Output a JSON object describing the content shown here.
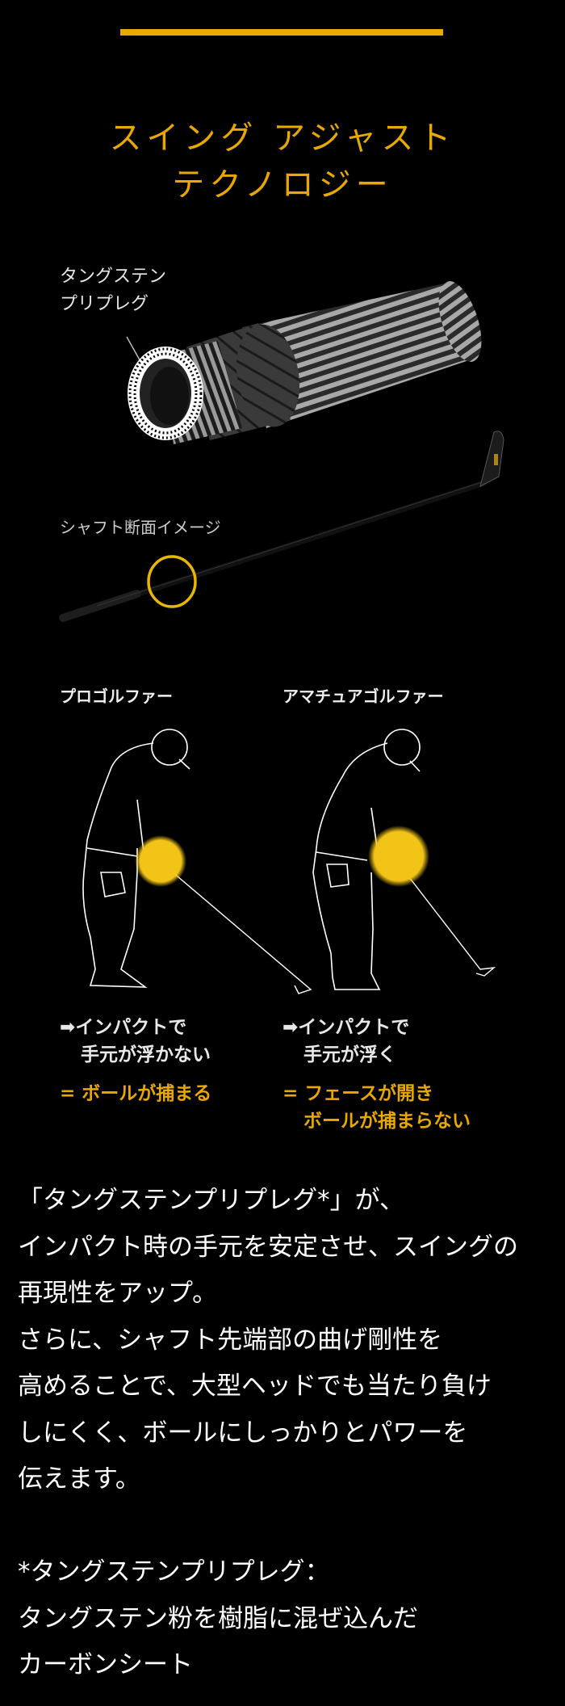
{
  "header": {
    "title_line1": "スイング アジャスト",
    "title_line2": "テクノロジー"
  },
  "shaft_diagram": {
    "layer_label_line1": "タングステン",
    "layer_label_line2": "プリプレグ",
    "cross_section_label": "シャフト断面イメージ"
  },
  "comparison": {
    "pro": {
      "label": "プロゴルファー",
      "result_line1": "インパクトで",
      "result_line2": "手元が浮かない",
      "effect_line1": "= ボールが捕まる"
    },
    "amateur": {
      "label": "アマチュアゴルファー",
      "result_line1": "インパクトで",
      "result_line2": "手元が浮く",
      "effect_line1": "= フェースが開き",
      "effect_line2": "ボールが捕まらない"
    },
    "arrow_glyph": "➡"
  },
  "description": {
    "lines": [
      "「タングステンプリプレグ*」が、",
      "インパクト時の手元を安定させ、スイングの",
      "再現性をアップ。",
      "さらに、シャフト先端部の曲げ剛性を",
      "高めることで、大型ヘッドでも当たり負け",
      "しにくく、ボールにしっかりとパワーを",
      "伝えます。"
    ],
    "footnote_lines": [
      "*タングステンプリプレグ：",
      "タングステン粉を樹脂に混ぜ込んだ",
      "カーボンシート"
    ]
  },
  "colors": {
    "accent": "#e8a800",
    "background": "#000000",
    "highlight": "#f2c418"
  }
}
